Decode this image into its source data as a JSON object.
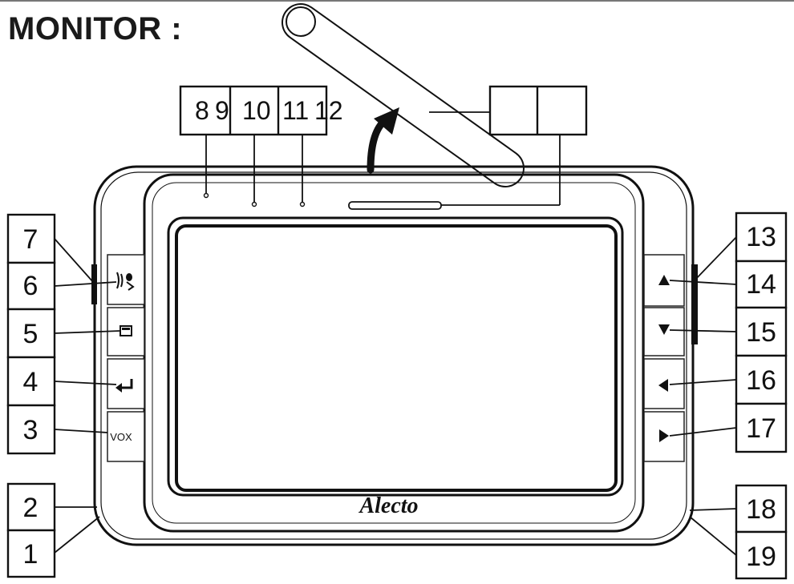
{
  "title": "MONITOR :",
  "top_callouts": {
    "left_group": [
      "8",
      "9",
      "10",
      "11",
      "12"
    ],
    "right_group": [
      "",
      ""
    ]
  },
  "left_callouts": [
    "7",
    "6",
    "5",
    "4",
    "3",
    "2",
    "1"
  ],
  "right_callouts": [
    "13",
    "14",
    "15",
    "16",
    "17",
    "18",
    "19"
  ],
  "buttons": {
    "vox_label": "VOX"
  },
  "brand": "Alecto"
}
